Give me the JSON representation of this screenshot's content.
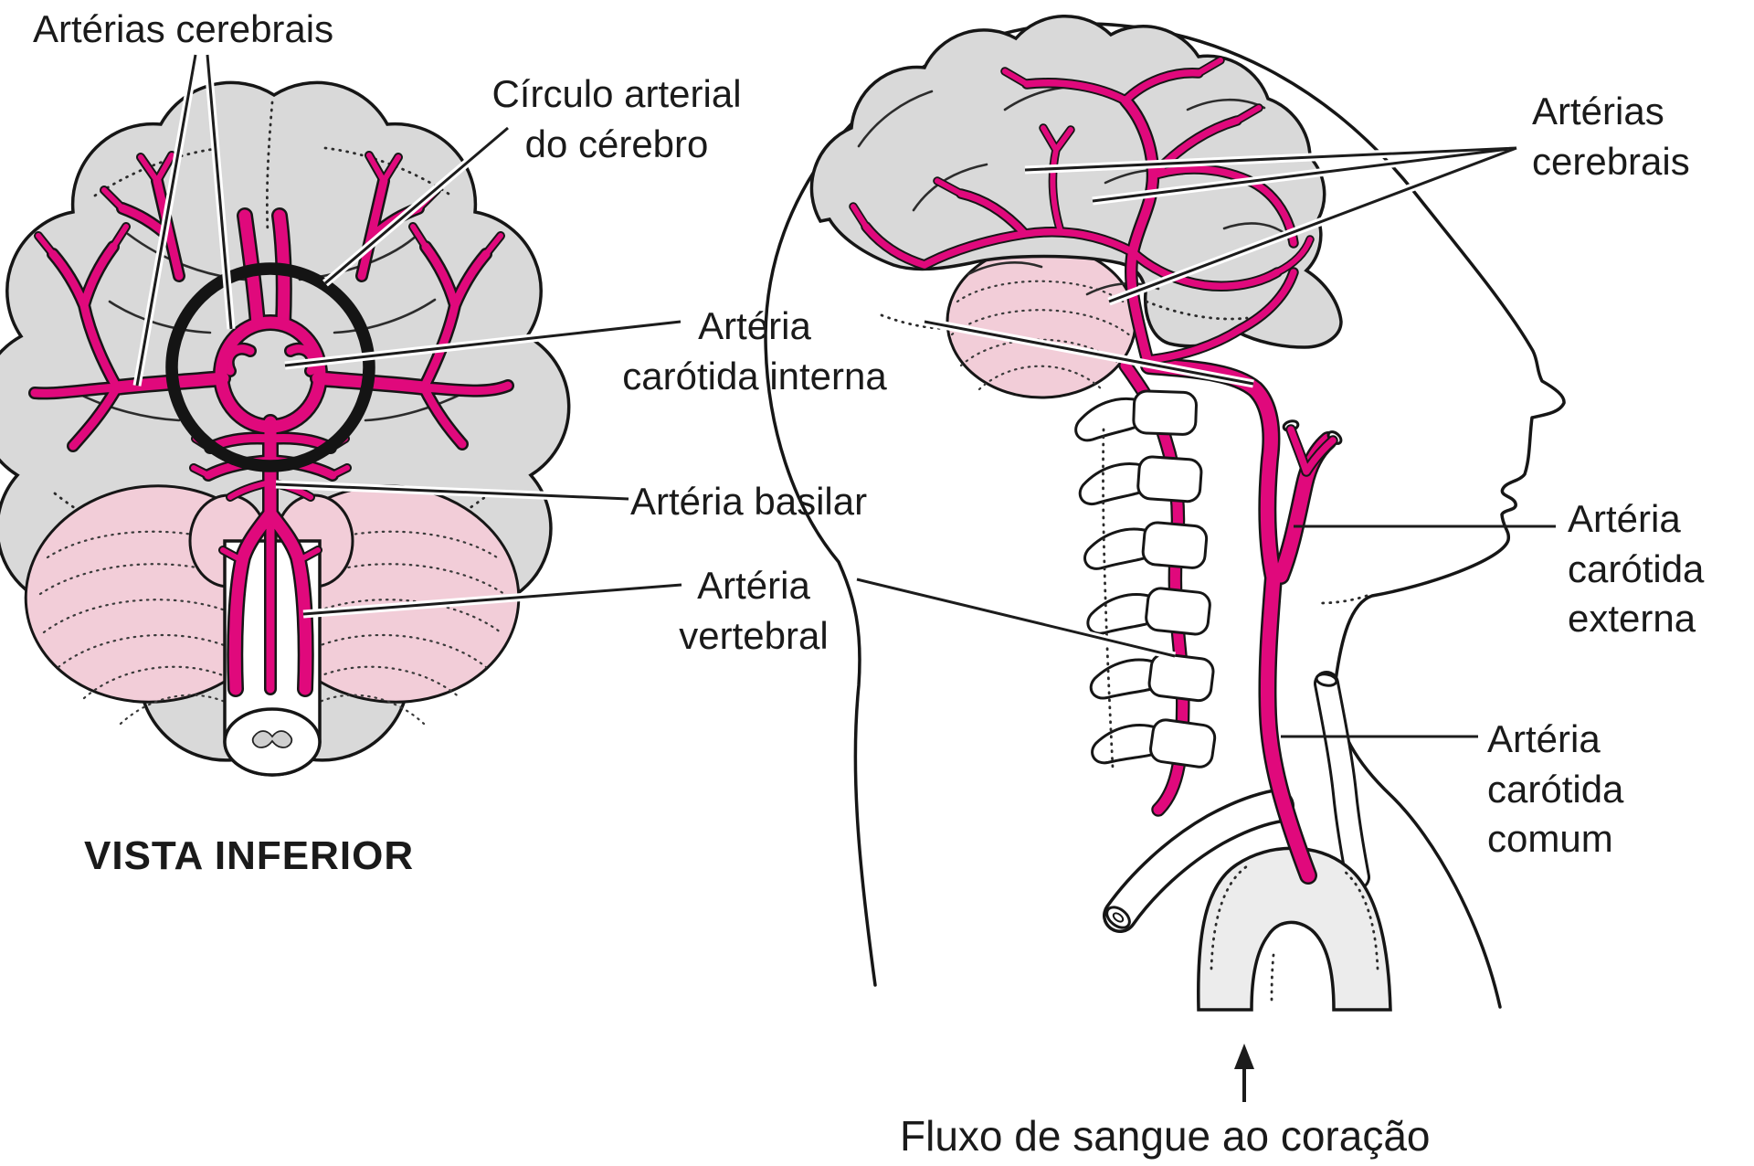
{
  "colors": {
    "artery": "#e0097c",
    "brain": "#d9d9d9",
    "cerebellum": "#f2cdd8",
    "aorta": "#ececec",
    "ink": "#161616"
  },
  "icons": {
    "flow_direction": "up-arrow"
  },
  "left_panel": {
    "labels": {
      "cerebral_arteries": "Artérias cerebrais",
      "cerebral_circle": "Círculo arterial\ndo cérebro",
      "internal_carotid": "Artéria\ncarótida interna",
      "basilar": "Artéria basilar",
      "vertebral": "Artéria\nvertebral"
    },
    "caption": "VISTA INFERIOR"
  },
  "right_panel": {
    "labels": {
      "cerebral_arteries": "Artérias\ncerebrais",
      "external_carotid": "Artéria\ncarótida\nexterna",
      "common_carotid": "Artéria\ncarótida\ncomum"
    },
    "flow_caption": "Fluxo de sangue ao coração"
  }
}
